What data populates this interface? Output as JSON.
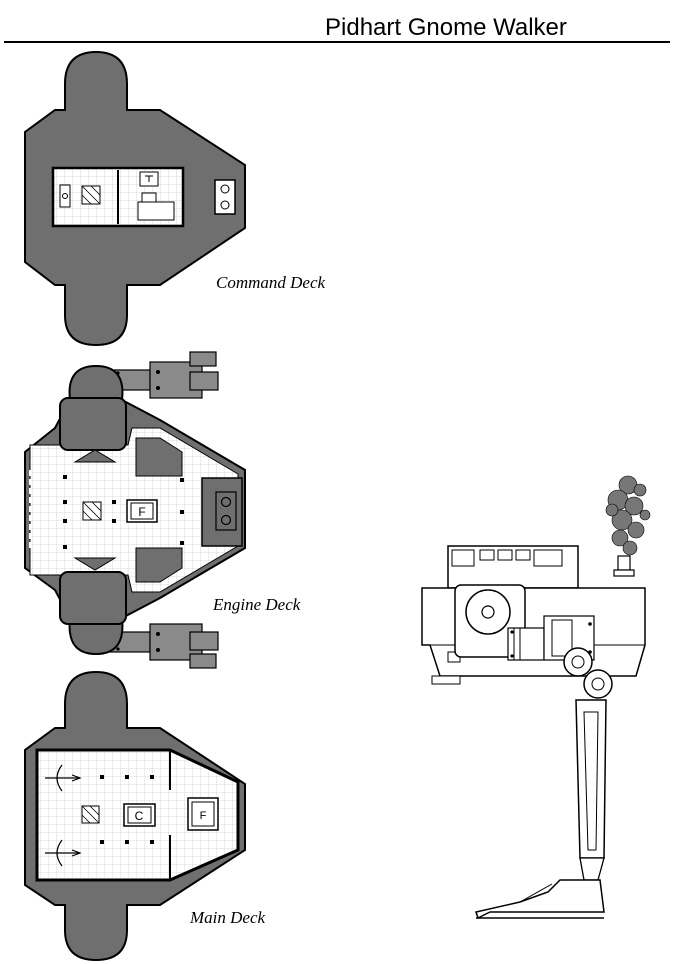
{
  "title": "Pidhart Gnome Walker",
  "decks": [
    {
      "name": "Command Deck"
    },
    {
      "name": "Engine Deck",
      "marker": "F"
    },
    {
      "name": "Main Deck",
      "markers": [
        "C",
        "F"
      ]
    }
  ],
  "colors": {
    "hull": "#6f6f6f",
    "deck_floor": "#ffffff",
    "grid": "#cfcfcf",
    "ink": "#000000",
    "machinery": "#8a8a8a"
  }
}
